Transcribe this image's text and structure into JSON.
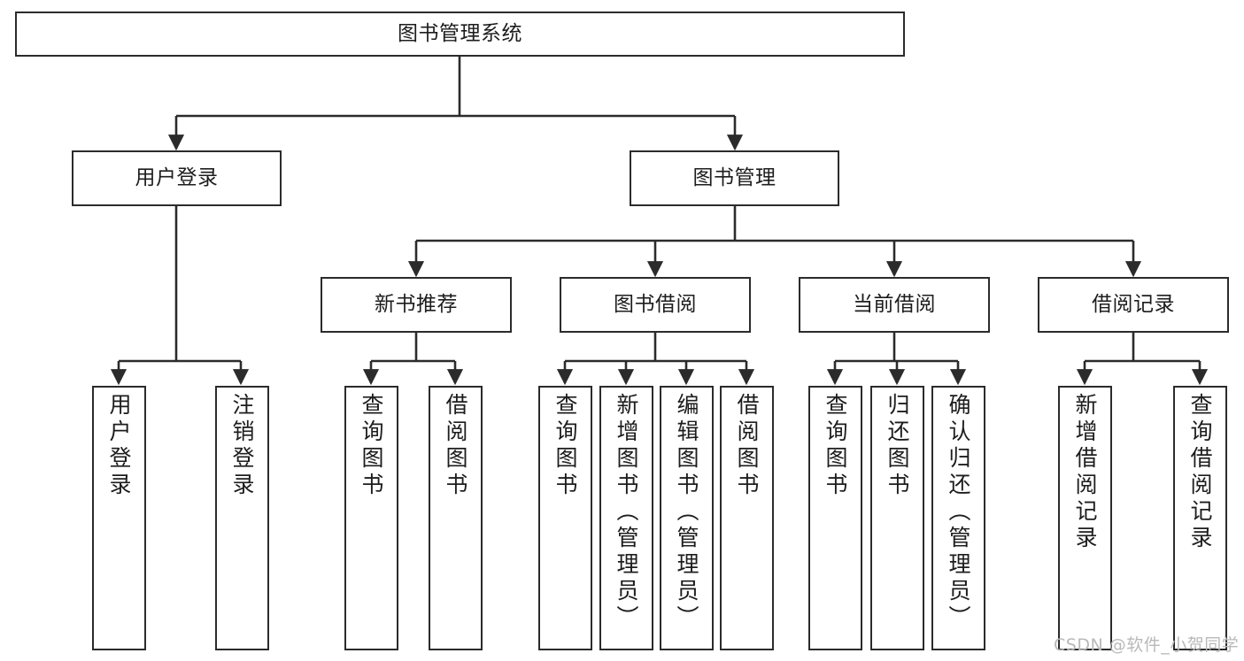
{
  "diagram": {
    "title": "图书管理系统",
    "type": "hierarchy-tree",
    "stroke_color": "#2b2b2b",
    "fill_color": "#ffffff",
    "levels": 4
  },
  "nodes": {
    "root": {
      "label": "图书管理系统",
      "level": 1
    },
    "login": {
      "label": "用户登录",
      "level": 2
    },
    "book_manage": {
      "label": "图书管理",
      "level": 2
    },
    "new_book_rec": {
      "label": "新书推荐",
      "level": 3
    },
    "book_borrow": {
      "label": "图书借阅",
      "level": 3
    },
    "current_borrow": {
      "label": "当前借阅",
      "level": 3
    },
    "borrow_record": {
      "label": "借阅记录",
      "level": 3
    },
    "leaf_user_login": {
      "label": "用户登录",
      "level": 4
    },
    "leaf_logout": {
      "label": "注销登录",
      "level": 4
    },
    "leaf_query_book_1": {
      "label": "查询图书",
      "level": 4
    },
    "leaf_borrow_book_1": {
      "label": "借阅图书",
      "level": 4
    },
    "leaf_query_book_2": {
      "label": "查询图书",
      "level": 4
    },
    "leaf_add_book": {
      "label": "新增图书（管理员）",
      "level": 4
    },
    "leaf_edit_book": {
      "label": "编辑图书（管理员）",
      "level": 4
    },
    "leaf_borrow_book_2": {
      "label": "借阅图书",
      "level": 4
    },
    "leaf_query_book_3": {
      "label": "查询图书",
      "level": 4
    },
    "leaf_return_book": {
      "label": "归还图书",
      "level": 4
    },
    "leaf_confirm_return": {
      "label": "确认归还（管理员）",
      "level": 4
    },
    "leaf_add_record": {
      "label": "新增借阅记录",
      "level": 4
    },
    "leaf_query_record": {
      "label": "查询借阅记录",
      "level": 4
    }
  },
  "watermark": {
    "text": "CSDN @软件_小贺同学"
  }
}
